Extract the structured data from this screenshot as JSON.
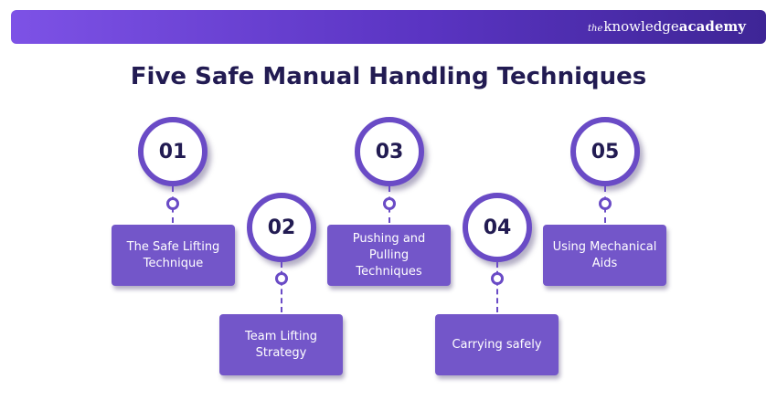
{
  "header": {
    "brand_prefix": "the",
    "brand_main": "knowledge",
    "brand_bold": "academy"
  },
  "title": "Five Safe Manual Handling Techniques",
  "steps": [
    {
      "number": "01",
      "label": "The Safe Lifting Technique"
    },
    {
      "number": "02",
      "label": "Team Lifting Strategy"
    },
    {
      "number": "03",
      "label": "Pushing and Pulling Techniques"
    },
    {
      "number": "04",
      "label": "Carrying safely"
    },
    {
      "number": "05",
      "label": "Using Mechanical Aids"
    }
  ],
  "colors": {
    "accent": "#6a4bc6",
    "box": "#7356c9",
    "title": "#221b52"
  }
}
